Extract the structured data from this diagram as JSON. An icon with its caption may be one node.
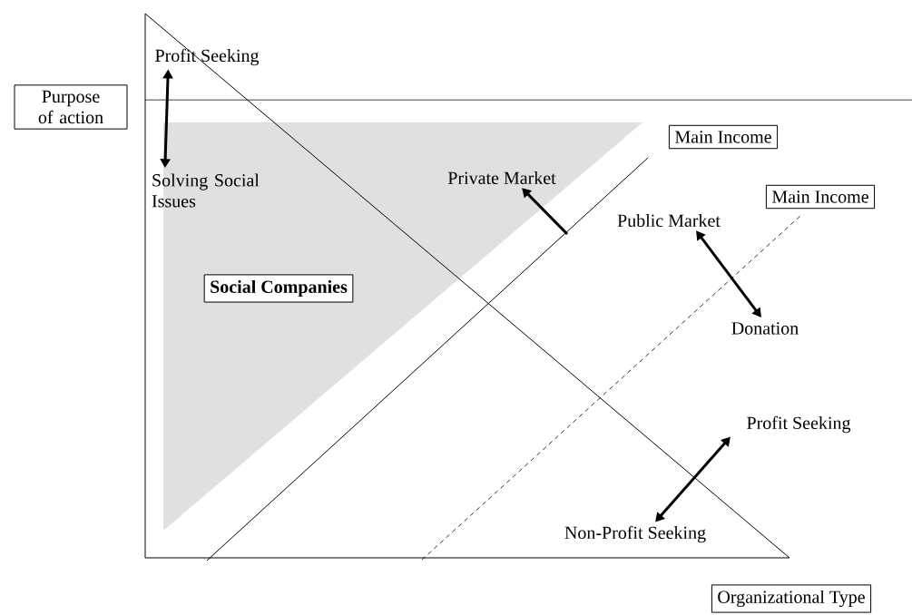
{
  "diagram": {
    "nodes": [
      {
        "text": [
          "Purpose of action"
        ]
      },
      {
        "text": [
          "Profit Seeking"
        ]
      },
      {
        "text": [
          "Solving Social Issues"
        ]
      },
      {
        "text": [
          "Social Companies"
        ]
      },
      {
        "text": [
          "Main Income"
        ]
      },
      {
        "text": [
          "Private Market"
        ]
      },
      {
        "text": [
          "Main Income"
        ]
      },
      {
        "text": [
          "Public Market"
        ]
      },
      {
        "text": [
          "Donation"
        ]
      },
      {
        "text": [
          "Profit Seeking"
        ]
      },
      {
        "text": [
          "Non-Profit Seeking"
        ]
      },
      {
        "text": [
          "Organizational Type"
        ]
      }
    ],
    "edges": [
      {
        "from": 1,
        "to": 2,
        "arrow": "both"
      },
      {
        "from": null,
        "to": 5,
        "arrow": "to"
      },
      {
        "from": 7,
        "to": 8,
        "arrow": "both"
      },
      {
        "from": 9,
        "to": 10,
        "arrow": "both"
      }
    ]
  }
}
